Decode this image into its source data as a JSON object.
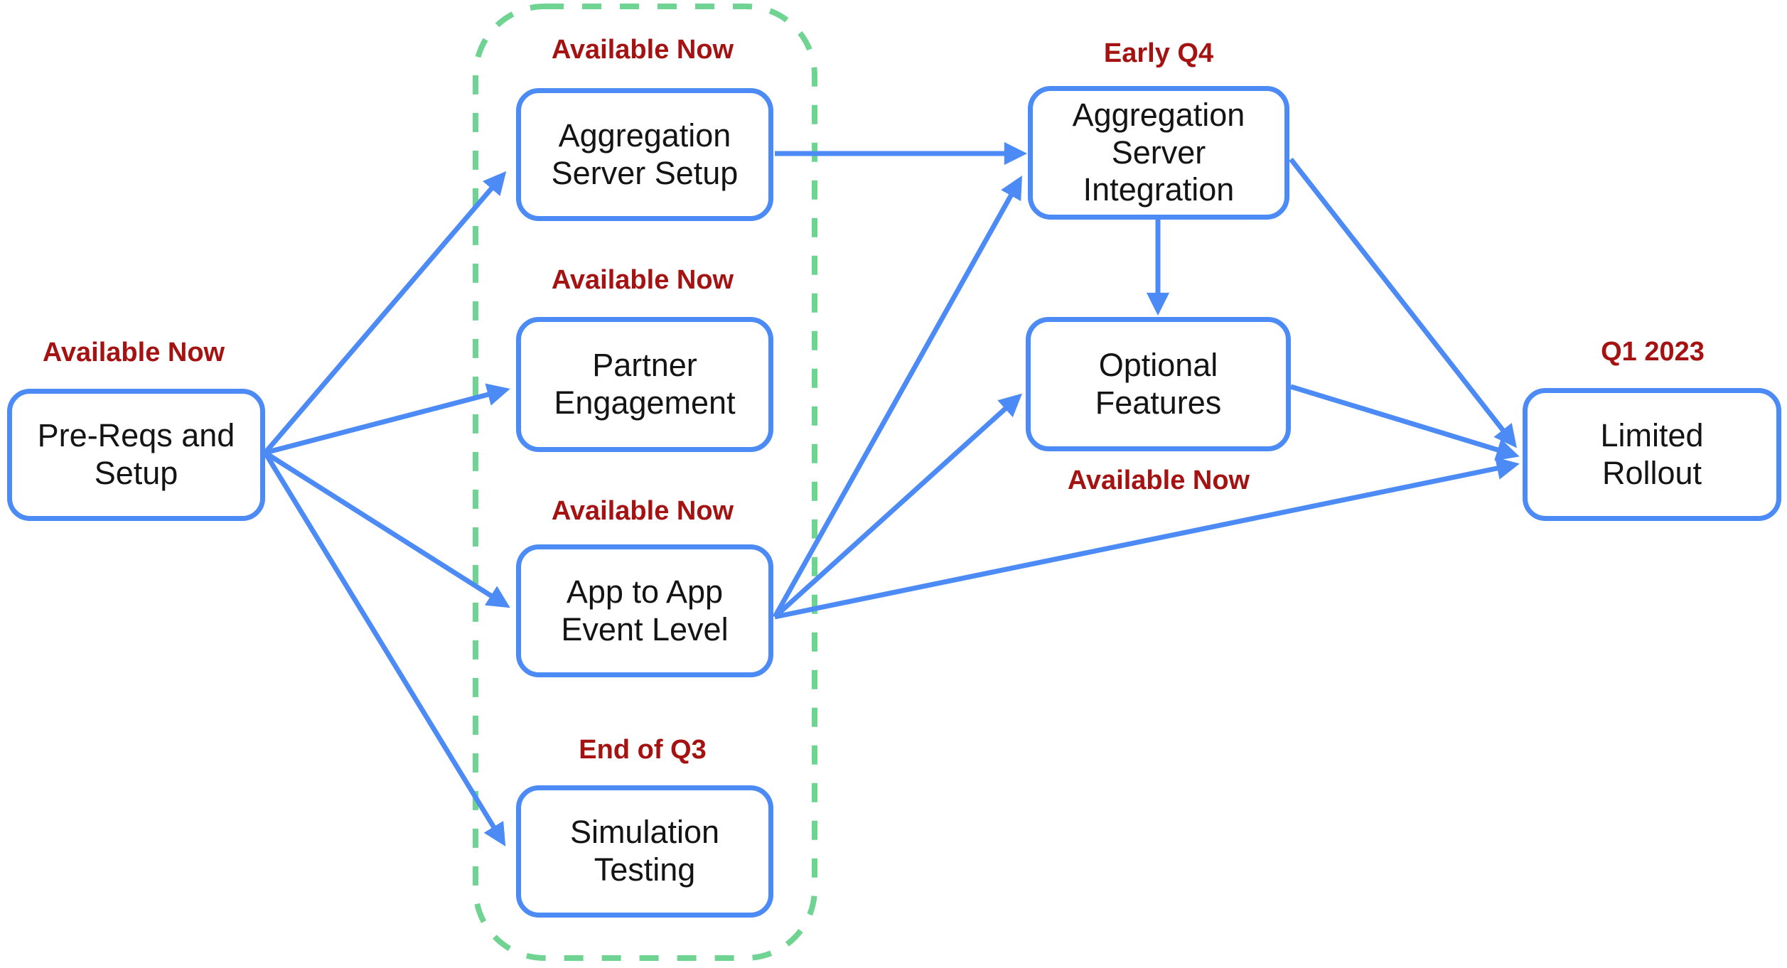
{
  "diagram": {
    "description": "Roadmap flowchart with availability milestones",
    "colors": {
      "node_border": "#4C8BF5",
      "arrow": "#4C8BF5",
      "status_text": "#A51212",
      "group_outline": "#6FD392",
      "node_text": "#141414",
      "background": "#FFFFFF"
    },
    "nodes": {
      "pre_reqs": {
        "label": "Pre-Reqs and\nSetup",
        "status": "Available Now"
      },
      "agg_setup": {
        "label": "Aggregation\nServer Setup",
        "status": "Available Now"
      },
      "partner": {
        "label": "Partner\nEngagement",
        "status": "Available Now"
      },
      "app2app": {
        "label": "App to App\nEvent Level",
        "status": "Available Now"
      },
      "sim": {
        "label": "Simulation\nTesting",
        "status": "End of Q3"
      },
      "agg_int": {
        "label": "Aggregation\nServer\nIntegration",
        "status": "Early Q4"
      },
      "optional": {
        "label": "Optional\nFeatures",
        "status": "Available Now"
      },
      "limited": {
        "label": "Limited\nRollout",
        "status": "Q1 2023"
      }
    },
    "group": {
      "members": [
        "Aggregation Server Setup",
        "Partner Engagement",
        "App to App Event Level",
        "Simulation Testing"
      ],
      "style": "dashed"
    },
    "edges": [
      {
        "from": "Pre-Reqs and Setup",
        "to": "Aggregation Server Setup"
      },
      {
        "from": "Pre-Reqs and Setup",
        "to": "Partner Engagement"
      },
      {
        "from": "Pre-Reqs and Setup",
        "to": "App to App Event Level"
      },
      {
        "from": "Pre-Reqs and Setup",
        "to": "Simulation Testing"
      },
      {
        "from": "Aggregation Server Setup",
        "to": "Aggregation Server Integration"
      },
      {
        "from": "App to App Event Level",
        "to": "Aggregation Server Integration"
      },
      {
        "from": "App to App Event Level",
        "to": "Optional Features"
      },
      {
        "from": "App to App Event Level",
        "to": "Limited Rollout"
      },
      {
        "from": "Aggregation Server Integration",
        "to": "Optional Features"
      },
      {
        "from": "Aggregation Server Integration",
        "to": "Limited Rollout"
      },
      {
        "from": "Optional Features",
        "to": "Limited Rollout"
      }
    ]
  }
}
